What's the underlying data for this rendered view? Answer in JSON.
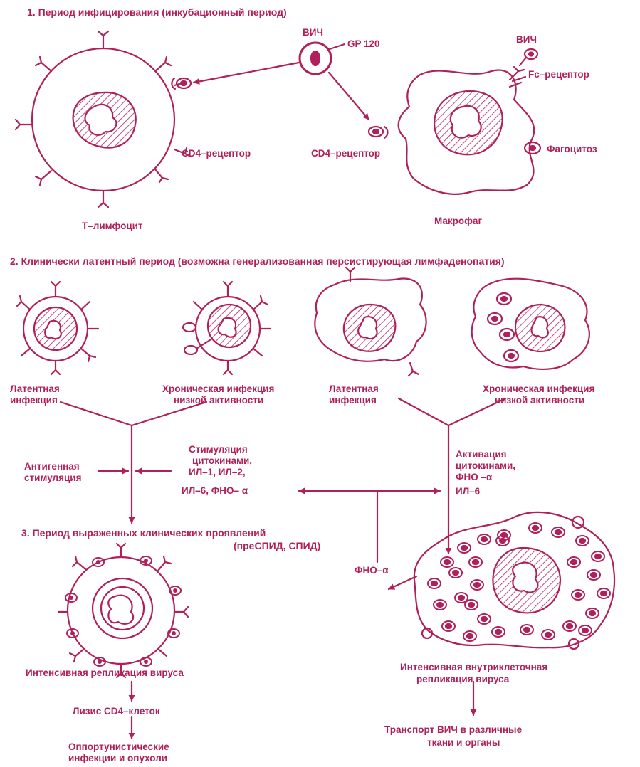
{
  "colors": {
    "ink": "#b0205a",
    "background": "#ffffff"
  },
  "section1": {
    "heading": "1. Период инфицирования (инкубационный период)",
    "hiv_center": "ВИЧ",
    "gp120": "GP 120",
    "hiv_right": "ВИЧ",
    "fc_receptor": "Fc–рецептор",
    "cd4_receptor_left": "CD4–рецептор",
    "cd4_receptor_right": "CD4–рецептор",
    "phagocytosis": "Фагоцитоз",
    "t_lymphocyte": "Т–лимфоцит",
    "macrophage": "Макрофаг"
  },
  "section2": {
    "heading": "2. Клинически латентный период  (возможна генерализованная персистирующая лимфаденопатия)",
    "latent_1": [
      "Латентная",
      "инфекция"
    ],
    "chronic_1": [
      "Хроническая инфекция",
      "низкой активности"
    ],
    "latent_2": [
      "Латентная",
      "инфекция"
    ],
    "chronic_2": [
      "Хроническая инфекция",
      "низкой активности"
    ],
    "antigen_stim": [
      "Антигенная",
      "стимуляция"
    ],
    "cytokine_stim": [
      "Стимуляция",
      "цитокинами,",
      "ИЛ–1, ИЛ–2,",
      "ИЛ–6, ФНО– α"
    ],
    "activation": [
      "Активация",
      "цитокинами,",
      "ФНО –α",
      "ИЛ–6"
    ],
    "tnf": "ФНО–α"
  },
  "section3": {
    "heading": [
      "3. Период выраженных клинических проявлений",
      "(преСПИД, СПИД)"
    ],
    "intensive_replication": "Интенсивная репликация вируса",
    "cd4_lysis": "Лизис CD4–клеток",
    "opportunistic": [
      "Оппортунистические",
      "инфекции и опухоли"
    ],
    "intracellular_replication": [
      "Интенсивная внутриклеточная",
      "репликация вируса"
    ],
    "transport": [
      "Транспорт ВИЧ в различные",
      "ткани и органы"
    ]
  }
}
